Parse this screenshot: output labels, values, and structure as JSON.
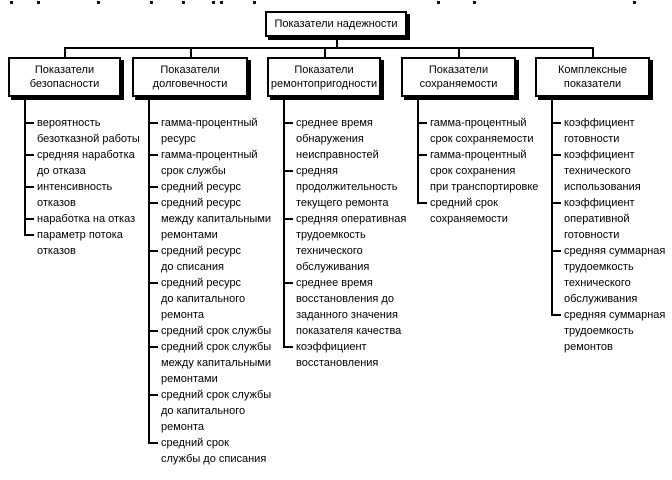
{
  "root": {
    "title": "Показатели надежности"
  },
  "columns": [
    {
      "title": "Показатели\nбезопасности",
      "items": [
        "вероятность\nбезотказной работы",
        "средняя наработка\nдо отказа",
        "интенсивность\nотказов",
        "наработка на отказ",
        "параметр потока\nотказов"
      ]
    },
    {
      "title": "Показатели\nдолговечности",
      "items": [
        "гамма-процентный\nресурс",
        "гамма-процентный\nсрок службы",
        "средний ресурс",
        "средний ресурс\nмежду капитальными\nремонтами",
        "средний ресурс\nдо списания",
        "средний ресурс\nдо капитального\nремонта",
        "средний срок службы",
        "средний срок службы\nмежду капитальными\nремонтами",
        "средний срок службы\nдо капитального\nремонта",
        "средний срок\nслужбы до списания"
      ]
    },
    {
      "title": "Показатели\nремонтопригодности",
      "items": [
        "среднее время\nобнаружения\nнеисправностей",
        "средняя\nпродолжительность\nтекущего ремонта",
        "средняя оперативная\nтрудоемкость\nтехнического\nобслуживания",
        "среднее время\nвосстановления до\nзаданного значения\nпоказателя качества",
        "коэффициент\nвосстановления"
      ]
    },
    {
      "title": "Показатели\nсохраняемости",
      "items": [
        "гамма-процентный\nсрок сохраняемости",
        "гамма-процентный\nсрок сохранения\nпри транспортировке",
        "средний срок\nсохраняемости"
      ]
    },
    {
      "title": "Комплексные\nпоказатели",
      "items": [
        "коэффициент\nготовности",
        "коэффициент\nтехнического\nиспользования",
        "коэффициент\nоперативной\nготовности",
        "средняя суммарная\nтрудоемкость\nтехнического\nобслуживания",
        "средняя суммарная\nтрудоемкость\nремонтов"
      ]
    }
  ],
  "colors": {
    "background": "#ffffff",
    "line": "#000000",
    "box_border": "#000000",
    "text": "#000000"
  }
}
